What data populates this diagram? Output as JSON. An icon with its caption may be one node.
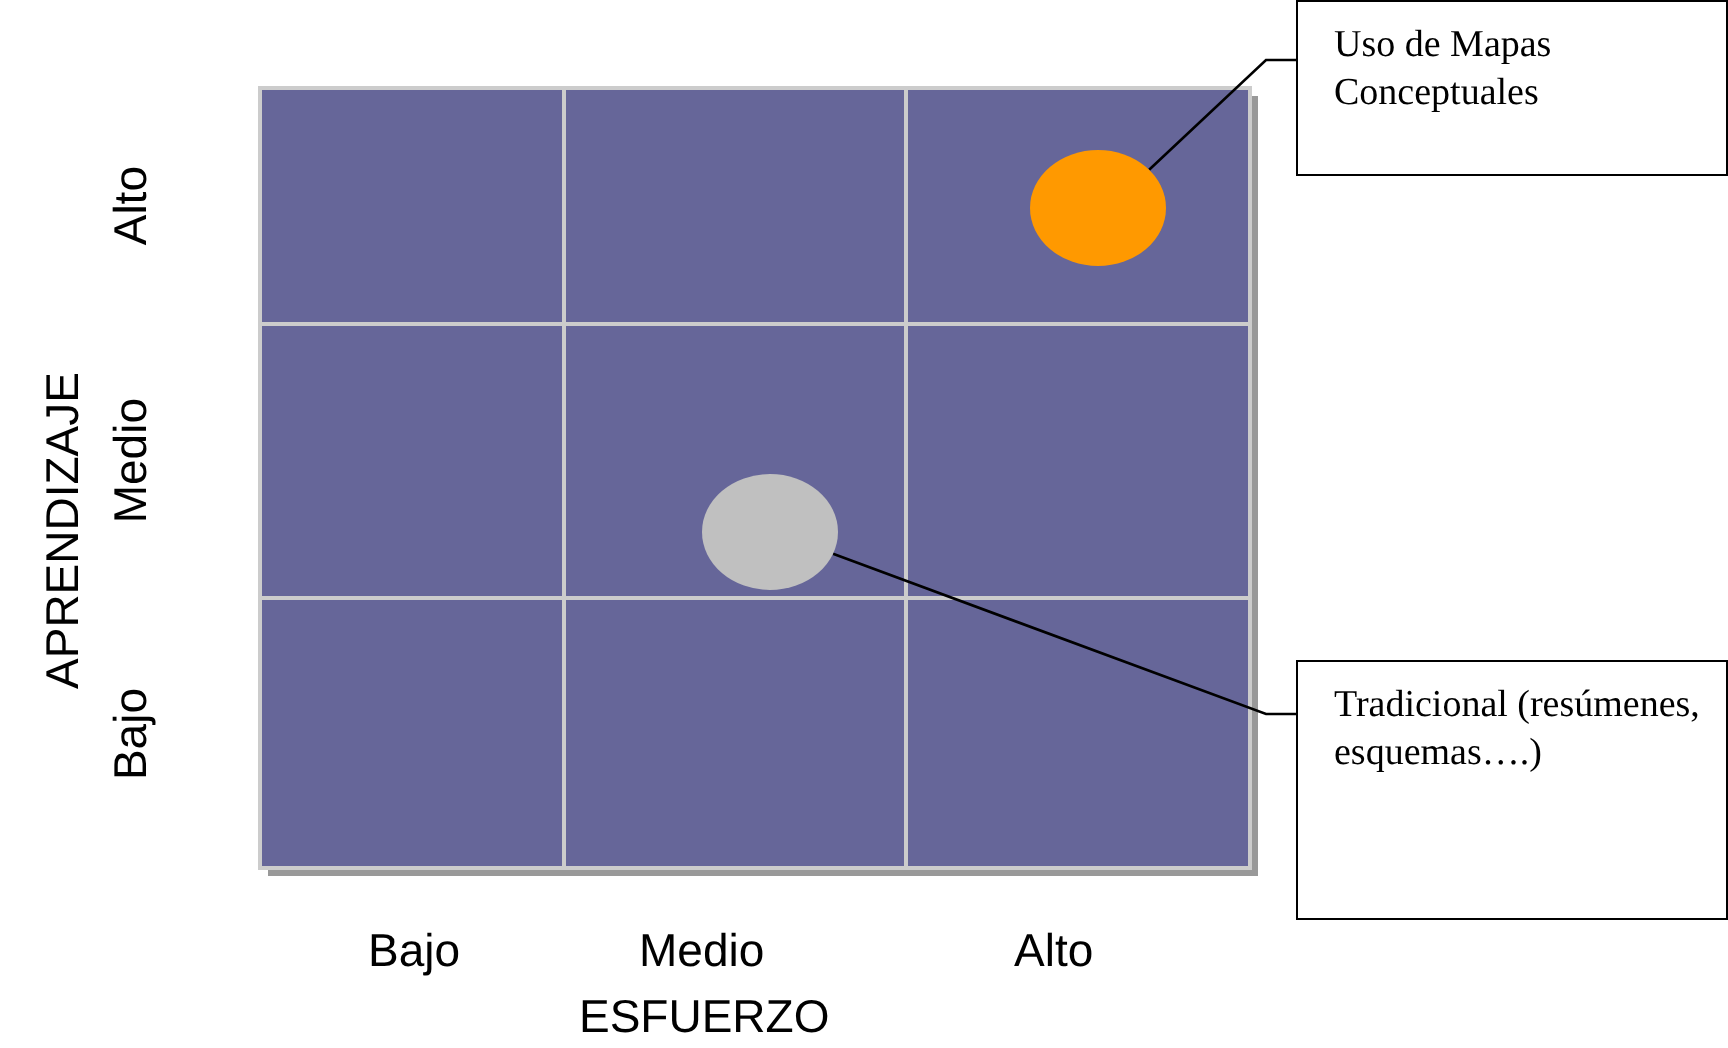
{
  "diagram": {
    "nodes": [
      {
        "text": [
          "Uso de Mapas Conceptuales"
        ]
      },
      {
        "text": [],
        "shape": "circle"
      },
      {
        "text": [
          "Tradicional (resúmenes, esquemas….)"
        ]
      },
      {
        "text": [],
        "shape": "circle"
      }
    ],
    "edges": [
      {
        "from": 0,
        "to": 1,
        "arrow": "none"
      },
      {
        "from": 2,
        "to": 3,
        "arrow": "none"
      }
    ],
    "labels": [
      "Alto",
      "Medio",
      "Bajo",
      "APRENDIZAJE",
      "Bajo",
      "Medio",
      "Alto",
      "ESFUERZO"
    ]
  }
}
